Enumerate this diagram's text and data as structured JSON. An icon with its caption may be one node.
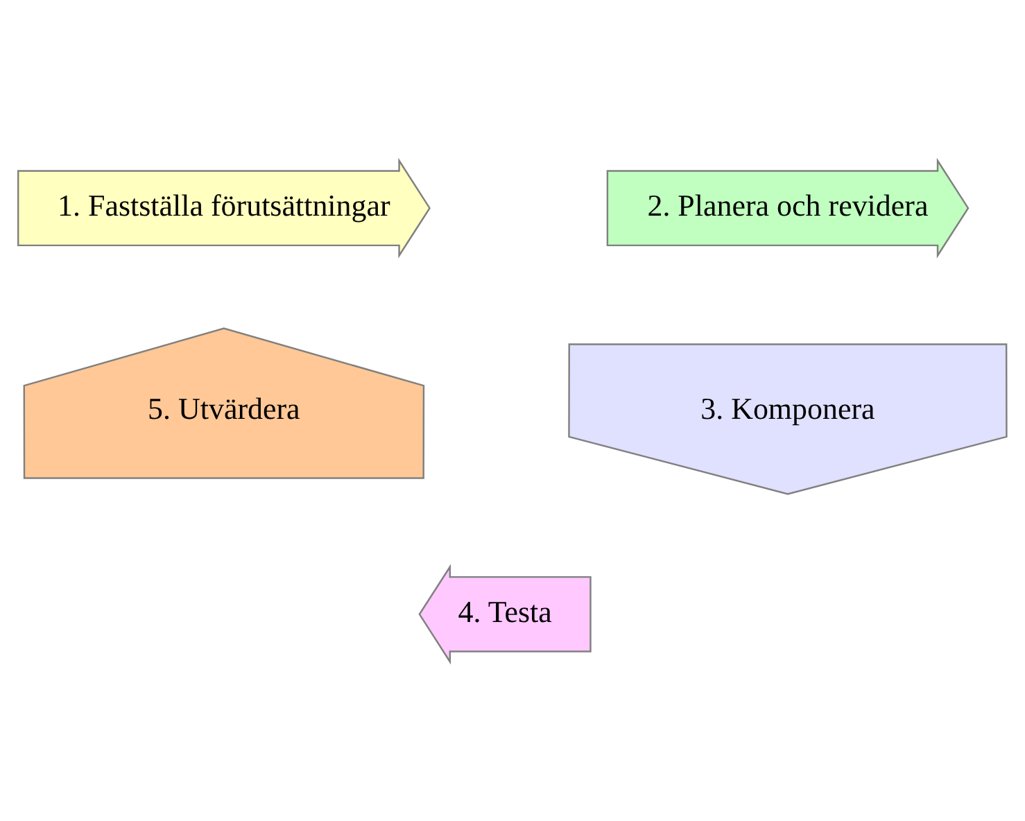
{
  "diagram": {
    "nodes": [
      {
        "text": [
          "1. Fastställa förutsättningar"
        ]
      },
      {
        "text": [
          "2. Planera och revidera"
        ]
      },
      {
        "text": [
          "3. Komponera"
        ]
      },
      {
        "text": [
          "4. Testa"
        ]
      },
      {
        "text": [
          "5. Utvärdera"
        ]
      }
    ]
  }
}
